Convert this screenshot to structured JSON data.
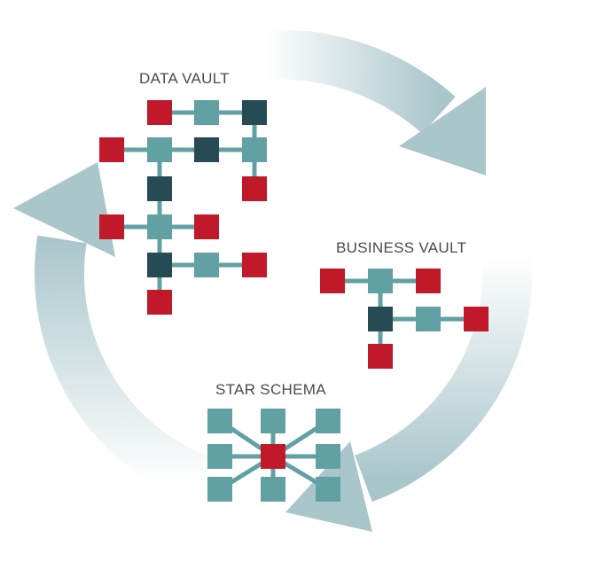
{
  "labels": {
    "data_vault": "DATA VAULT",
    "business_vault": "BUSINESS VAULT",
    "star_schema": "STAR SCHEMA"
  },
  "colors": {
    "hub": "#264b54",
    "link": "#62a1a3",
    "satellite": "#c0192a",
    "arrow": "#a9c6cb",
    "connector": "#62a1a3"
  }
}
